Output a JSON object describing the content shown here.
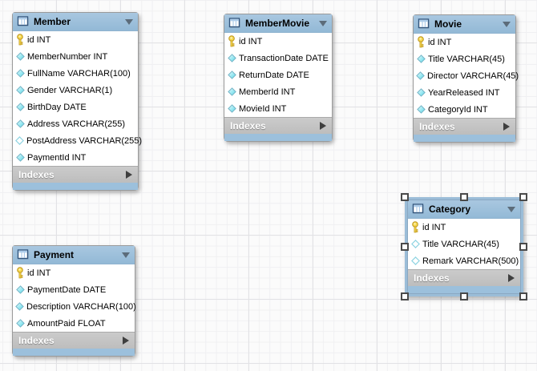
{
  "diagram": {
    "selected_table": "Category",
    "colors": {
      "table_header_blue": "#9cc0dc",
      "indexes_bar_gray": "#c2c2c2",
      "primary_key_yellow": "#f6d84c",
      "column_diamond_cyan": "#57d7e8",
      "grid_minor": "#f0f0f2",
      "grid_major": "#e2e2e5"
    }
  },
  "tables": [
    {
      "name": "Member",
      "footer_label": "Indexes",
      "columns": [
        {
          "type": "key",
          "label": "id INT"
        },
        {
          "type": "notnull",
          "label": "MemberNumber INT"
        },
        {
          "type": "notnull",
          "label": "FullName VARCHAR(100)"
        },
        {
          "type": "notnull",
          "label": "Gender VARCHAR(1)"
        },
        {
          "type": "notnull",
          "label": "BirthDay DATE"
        },
        {
          "type": "notnull",
          "label": "Address VARCHAR(255)"
        },
        {
          "type": "nullable",
          "label": "PostAddress VARCHAR(255)"
        },
        {
          "type": "notnull",
          "label": "PaymentId INT"
        }
      ]
    },
    {
      "name": "MemberMovie",
      "footer_label": "Indexes",
      "columns": [
        {
          "type": "key",
          "label": "id INT"
        },
        {
          "type": "notnull",
          "label": "TransactionDate DATE"
        },
        {
          "type": "notnull",
          "label": "ReturnDate DATE"
        },
        {
          "type": "notnull",
          "label": "MemberId INT"
        },
        {
          "type": "notnull",
          "label": "MovieId INT"
        }
      ]
    },
    {
      "name": "Movie",
      "footer_label": "Indexes",
      "columns": [
        {
          "type": "key",
          "label": "id INT"
        },
        {
          "type": "notnull",
          "label": "Title VARCHAR(45)"
        },
        {
          "type": "notnull",
          "label": "Director VARCHAR(45)"
        },
        {
          "type": "notnull",
          "label": "YearReleased INT"
        },
        {
          "type": "notnull",
          "label": "CategoryId INT"
        }
      ]
    },
    {
      "name": "Category",
      "footer_label": "Indexes",
      "columns": [
        {
          "type": "key",
          "label": "id INT"
        },
        {
          "type": "nullable",
          "label": "Title VARCHAR(45)"
        },
        {
          "type": "nullable",
          "label": "Remark VARCHAR(500)"
        }
      ]
    },
    {
      "name": "Payment",
      "footer_label": "Indexes",
      "columns": [
        {
          "type": "key",
          "label": "id INT"
        },
        {
          "type": "notnull",
          "label": "PaymentDate DATE"
        },
        {
          "type": "notnull",
          "label": "Description VARCHAR(100)"
        },
        {
          "type": "notnull",
          "label": "AmountPaid FLOAT"
        }
      ]
    }
  ]
}
